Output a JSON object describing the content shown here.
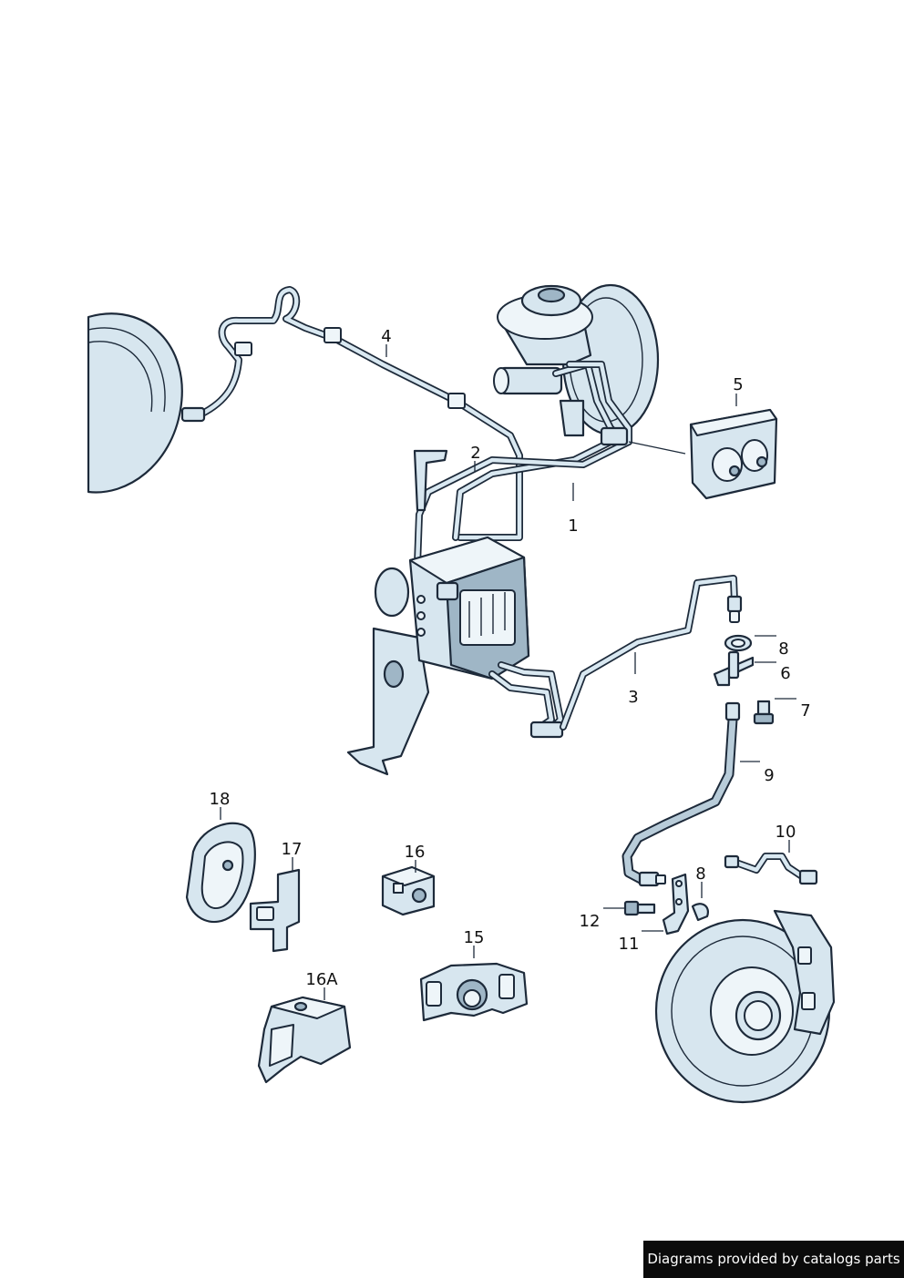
{
  "callouts": {
    "c1": "1",
    "c2": "2",
    "c3": "3",
    "c4": "4",
    "c5": "5",
    "c6": "6",
    "c7": "7",
    "c8a": "8",
    "c8b": "8",
    "c9": "9",
    "c10": "10",
    "c11": "11",
    "c12": "12",
    "c15": "15",
    "c16": "16",
    "c16a": "16A",
    "c17": "17",
    "c18": "18"
  },
  "watermark": "Diagrams provided by catalogs parts",
  "colors": {
    "ink": "#1d2a3a",
    "part_fill": "#d7e6ef",
    "part_shade": "#9fb6c6",
    "background": "#ffffff",
    "watermark_bg": "#0b0b0b"
  }
}
